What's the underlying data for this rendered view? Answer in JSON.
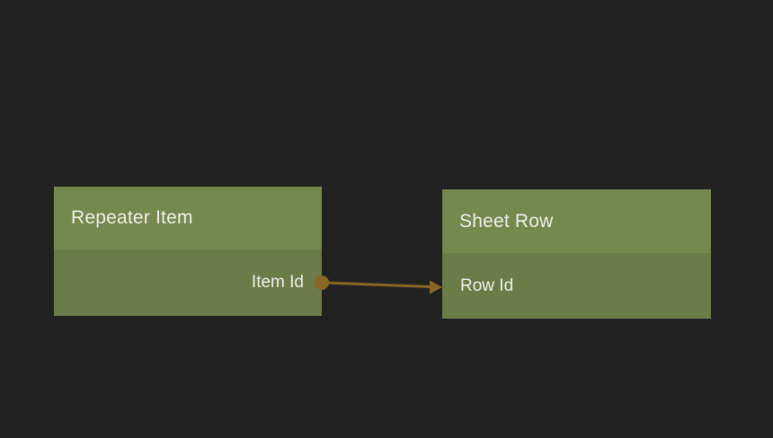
{
  "canvas": {
    "background_color": "#212121"
  },
  "colors": {
    "node_header": "#75884d",
    "node_body": "#6c7c48",
    "text": "#f1efe9",
    "connector": "#8a6523"
  },
  "nodes": [
    {
      "id": "repeater-item",
      "title": "Repeater Item",
      "fields": [
        {
          "label": "Item Id",
          "align": "right",
          "port": "output"
        }
      ]
    },
    {
      "id": "sheet-row",
      "title": "Sheet Row",
      "fields": [
        {
          "label": "Row Id",
          "align": "left",
          "port": "input"
        }
      ]
    }
  ],
  "connection": {
    "from": "Repeater Item / Item Id",
    "to": "Sheet Row / Row Id",
    "color": "#8a6523"
  }
}
